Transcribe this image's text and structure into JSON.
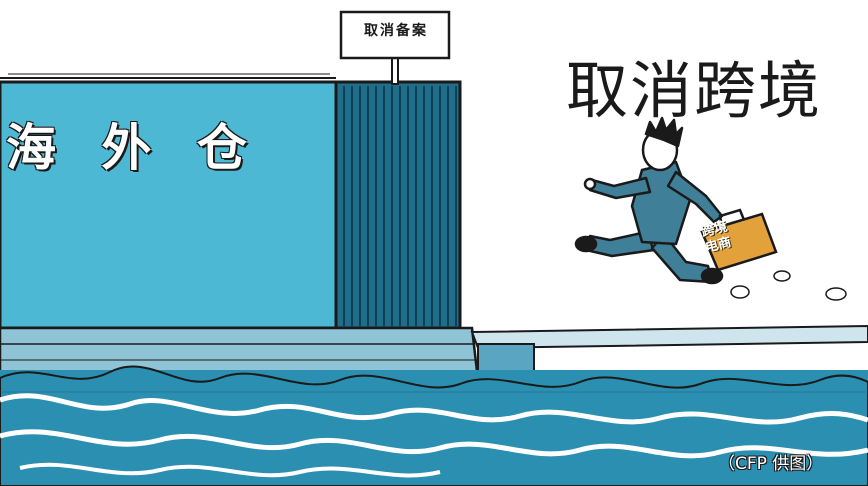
{
  "warehouse": {
    "label": "海 外 仓"
  },
  "sign": {
    "text": "取消备案"
  },
  "headline": {
    "text": "取消跨境"
  },
  "briefcase": {
    "line1": "跨境",
    "line2": "电商"
  },
  "credit": {
    "text": "（CFP  供图）"
  },
  "colors": {
    "wall_light": "#4db8d4",
    "wall_dark": "#1f6f8c",
    "water": "#2a8fb0",
    "platform": "#8fc3d6",
    "suit": "#3f7f97",
    "briefcase": "#e2a13a"
  }
}
